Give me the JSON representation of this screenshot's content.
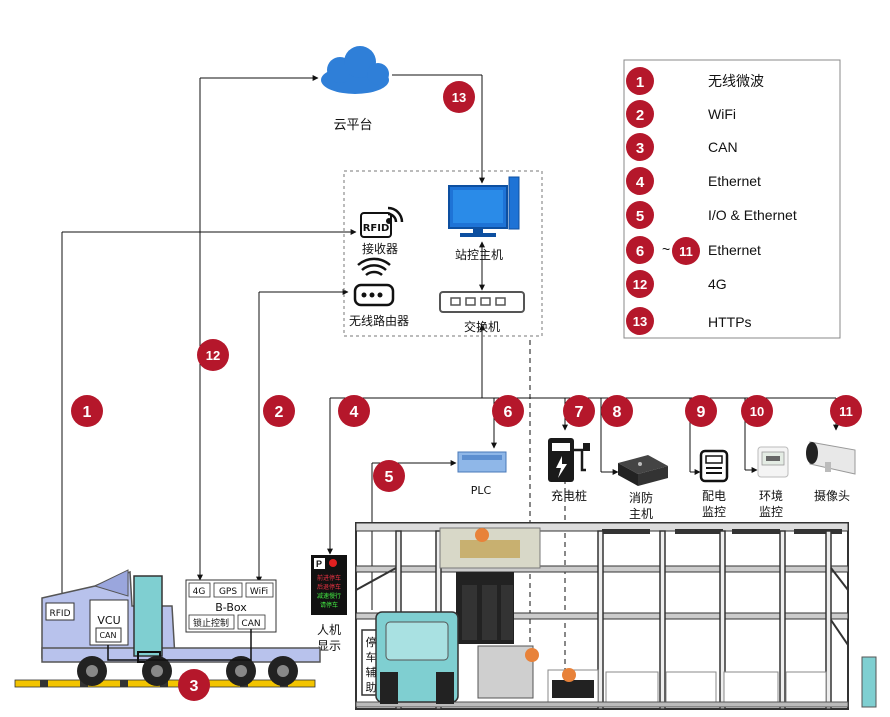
{
  "cloud": {
    "label": "云平台"
  },
  "station": {
    "rfid_label": "接收器",
    "rfid_tag": "RFID",
    "router_label": "无线路由器",
    "host_label": "站控主机",
    "switch_label": "交换机"
  },
  "devices": {
    "plc": "PLC",
    "charger": "充电桩",
    "fire_line1": "消防",
    "fire_line2": "主机",
    "power_line1": "配电",
    "power_line2": "监控",
    "env_line1": "环境",
    "env_line2": "监控",
    "camera": "摄像头",
    "hmi_line1": "人机",
    "hmi_line2": "显示",
    "parking": "停车辅助",
    "hmi_screen_lines": [
      "前进停车",
      "后退停车",
      "减速慢行",
      "请停车"
    ]
  },
  "truck": {
    "rfid": "RFID",
    "vcu": "VCU",
    "vcu_can": "CAN",
    "bbox_title": "B-Box",
    "bbox_4g": "4G",
    "bbox_gps": "GPS",
    "bbox_wifi": "WiFi",
    "bbox_lock": "锁止控制",
    "bbox_can": "CAN"
  },
  "badges": {
    "b1": "1",
    "b2": "2",
    "b3": "3",
    "b4": "4",
    "b5": "5",
    "b6": "6",
    "b7": "7",
    "b8": "8",
    "b9": "9",
    "b10": "10",
    "b11": "11",
    "b12": "12",
    "b13": "13"
  },
  "legend": [
    {
      "num": "1",
      "text": "无线微波"
    },
    {
      "num": "2",
      "text": "WiFi"
    },
    {
      "num": "3",
      "text": "CAN"
    },
    {
      "num": "4",
      "text": "Ethernet"
    },
    {
      "num": "5",
      "text": "I/O & Ethernet"
    },
    {
      "num": "6",
      "num2": "11",
      "tilde": "~",
      "text": "Ethernet"
    },
    {
      "num": "12",
      "text": "4G"
    },
    {
      "num": "13",
      "text": "HTTPs"
    }
  ],
  "colors": {
    "badge": "#b5172b",
    "monitor": "#1e73d6",
    "accent_orange": "#e8823a",
    "teal": "#7fcfd1"
  }
}
